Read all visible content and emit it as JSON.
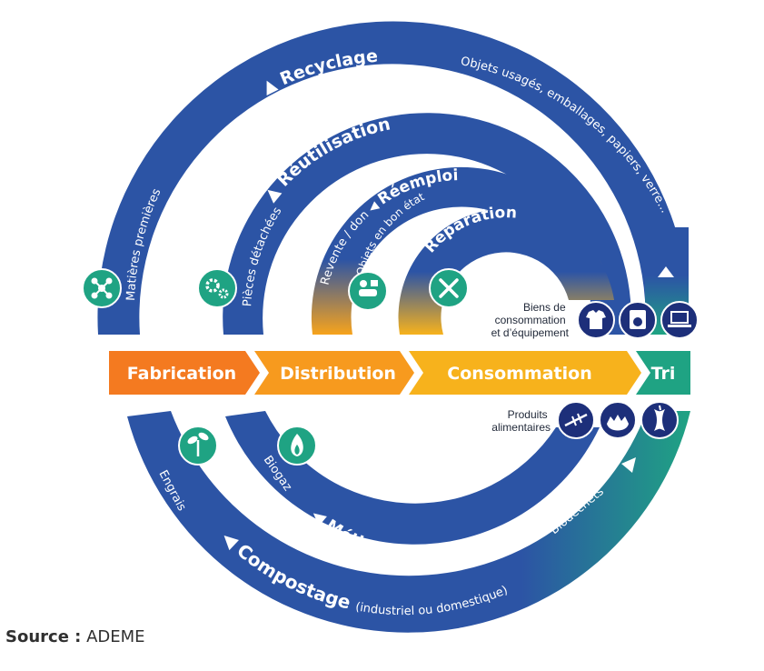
{
  "stages": {
    "fabrication": "Fabrication",
    "distribution": "Distribution",
    "consommation": "Consommation",
    "tri": "Tri"
  },
  "loops": {
    "recyclage": {
      "title": "Recyclage",
      "left": "Matières premières",
      "right": "Objets usagés, emballages, papiers, verre..."
    },
    "reutilisation": {
      "title": "Réutilisation",
      "left": "Pièces détachées"
    },
    "reemploi": {
      "title": "Réemploi",
      "prefix": "Revente / don",
      "subtitle": "Objets en bon état"
    },
    "reparation": {
      "title": "Réparation"
    },
    "compostage": {
      "title": "Compostage",
      "suffix": "(industriel ou domestique)",
      "left": "Engrais",
      "right": "Biodéchets"
    },
    "methanisation": {
      "title": "Méthanisation",
      "left": "Biogaz"
    }
  },
  "categories": {
    "biens": [
      "Biens de",
      "consommation",
      "et d’équipement"
    ],
    "produits": [
      "Produits",
      "alimentaires"
    ]
  },
  "icons": {
    "molecule": "molecule-icon",
    "gears": "gears-icon",
    "hands": "hands-exchange-icon",
    "tools": "wrench-screwdriver-icon",
    "tshirt": "tshirt-icon",
    "washer": "washing-machine-icon",
    "laptop": "laptop-icon",
    "fishbone": "fish-bone-icon",
    "eggshell": "eggshell-icon",
    "apple": "apple-core-icon",
    "sprout": "sprout-icon",
    "flame": "flame-icon"
  },
  "colors": {
    "blue": "#2c54a5",
    "green": "#1fa383",
    "orange_dark": "#f47a20",
    "orange": "#f79a1e",
    "yellow": "#f7b21c",
    "navy": "#1d2f7a"
  },
  "source": {
    "label": "Source :",
    "value": "ADEME"
  }
}
